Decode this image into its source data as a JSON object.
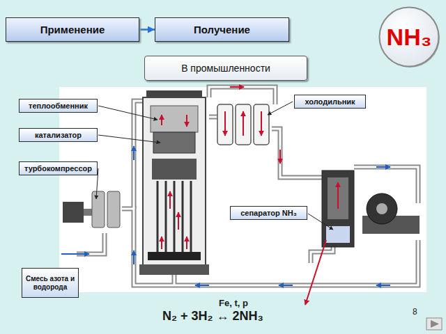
{
  "diagram": {
    "nodes": [
      {
        "text": [
          "Применение"
        ]
      },
      {
        "text": [
          "Получение"
        ]
      },
      {
        "text": [
          "NH₃"
        ]
      },
      {
        "text": [
          "В промышленности"
        ]
      },
      {
        "text": [
          "холодильник"
        ]
      },
      {
        "text": [
          "теплообменник"
        ]
      },
      {
        "text": [
          "катализатор"
        ]
      },
      {
        "text": [
          "турбокомпрессор"
        ]
      },
      {
        "text": [
          "сепаратор NH₃"
        ]
      },
      {
        "text": [
          "Смесь азота и водорода"
        ]
      }
    ],
    "edges": [
      {
        "from": 0,
        "to": 1,
        "arrow": "to"
      }
    ],
    "labels": [
      "Fe, t, p",
      "N₂ + 3H₂ ↔ 2NH₃",
      "8"
    ]
  }
}
